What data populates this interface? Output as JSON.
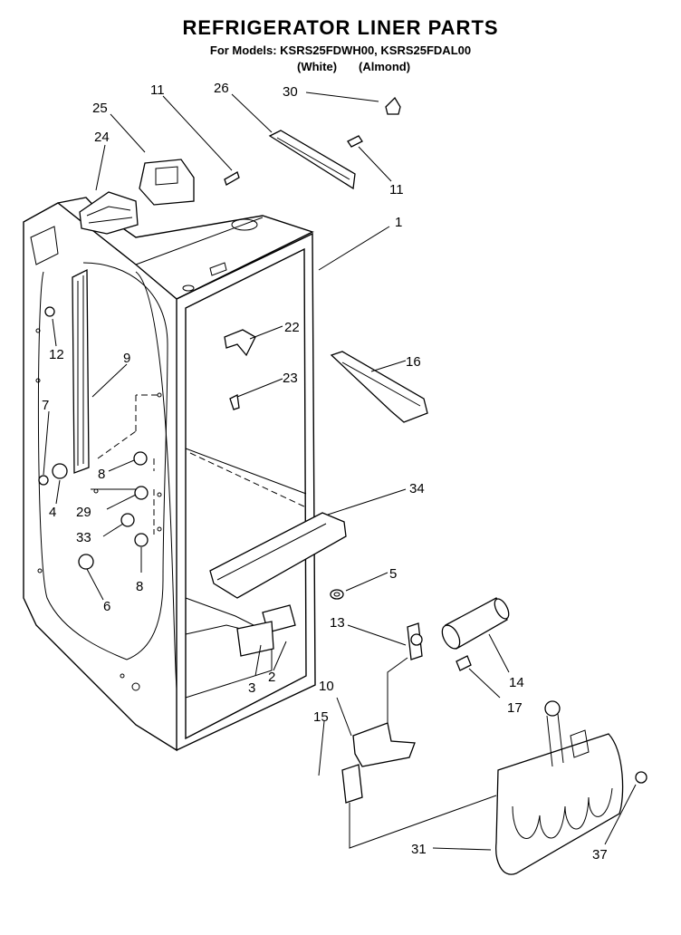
{
  "header": {
    "title": "REFRIGERATOR LINER PARTS",
    "models_line": "For Models: KSRS25FDWH00, KSRS25FDAL00",
    "variant_white": "(White)",
    "variant_almond": "(Almond)"
  },
  "callouts": [
    {
      "id": "c25",
      "label": "25"
    },
    {
      "id": "c24",
      "label": "24"
    },
    {
      "id": "c11a",
      "label": "11"
    },
    {
      "id": "c26",
      "label": "26"
    },
    {
      "id": "c30",
      "label": "30"
    },
    {
      "id": "c11b",
      "label": "11"
    },
    {
      "id": "c1",
      "label": "1"
    },
    {
      "id": "c22",
      "label": "22"
    },
    {
      "id": "c23",
      "label": "23"
    },
    {
      "id": "c16",
      "label": "16"
    },
    {
      "id": "c9",
      "label": "9"
    },
    {
      "id": "c12",
      "label": "12"
    },
    {
      "id": "c7",
      "label": "7"
    },
    {
      "id": "c8a",
      "label": "8"
    },
    {
      "id": "c4",
      "label": "4"
    },
    {
      "id": "c29",
      "label": "29"
    },
    {
      "id": "c33",
      "label": "33"
    },
    {
      "id": "c34",
      "label": "34"
    },
    {
      "id": "c8b",
      "label": "8"
    },
    {
      "id": "c6",
      "label": "6"
    },
    {
      "id": "c5",
      "label": "5"
    },
    {
      "id": "c13",
      "label": "13"
    },
    {
      "id": "c14",
      "label": "14"
    },
    {
      "id": "c17",
      "label": "17"
    },
    {
      "id": "c3",
      "label": "3"
    },
    {
      "id": "c2",
      "label": "2"
    },
    {
      "id": "c10",
      "label": "10"
    },
    {
      "id": "c15",
      "label": "15"
    },
    {
      "id": "c31",
      "label": "31"
    },
    {
      "id": "c37",
      "label": "37"
    }
  ]
}
